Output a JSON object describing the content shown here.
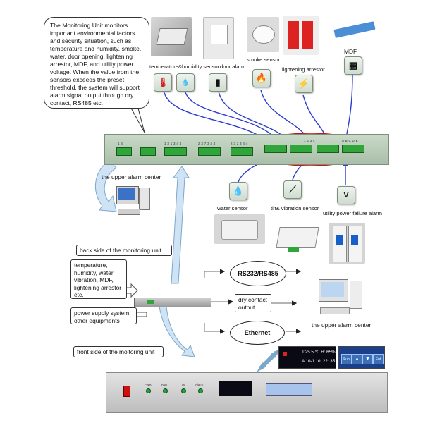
{
  "colors": {
    "panel": "#b9cdb7",
    "terminal": "#2fa53a",
    "wire": "#2b3ccf",
    "highlight": "#cc1111",
    "flow_arrow": "#cfe3f4",
    "lcd": "#0a0a14",
    "keypad": "#1c3f8a"
  },
  "callout_top": "The Monitoring Unit monitors important environmental factors and security situation, such as temperature and humidity, smoke, water, door opening, lightening arrestor, MDF, and utility power voltage. When the value from the sensors exceeds the preset threshold, the system will support alarm signal output through dry contact, RS485 etc.",
  "sensors_top": [
    {
      "label": "temperature&humidity sensor",
      "icon": "thermometer-icon"
    },
    {
      "label": "",
      "icon": "droplet-rh-icon"
    },
    {
      "label": "door alarm",
      "icon": "door-contact-icon"
    },
    {
      "label": "smoke sensor",
      "icon": "flame-icon"
    },
    {
      "label": "lightening arrestor",
      "icon": "lightning-icon"
    },
    {
      "label": "MDF",
      "icon": "grid-icon"
    }
  ],
  "sensors_bottom": [
    {
      "label": "water sensor",
      "icon": "water-leak-icon"
    },
    {
      "label": "tilt& vibration sensor",
      "icon": "tilt-icon"
    },
    {
      "label": "utility power failure alarm",
      "icon": "voltage-icon"
    }
  ],
  "upper_alarm_center_1": "the upper alarm center",
  "upper_alarm_center_2": "the upper alarm center",
  "back_side_label": "back side of  the monitoring unit",
  "front_side_label": "front side of the moitoring unit",
  "inputs_label": "temperature, humidity, water, vibration, MDF, lightening arrestor etc.",
  "power_label": "power supply system, other equipments",
  "outputs": {
    "rs": "RS232/RS485",
    "dry": "dry contact output",
    "ethernet": "Ethernet"
  },
  "lcd": {
    "line1": "T:25.5 ℃  H: 65%",
    "line2": "A  10-1  10: 22: 35"
  },
  "keypad": [
    "Fun",
    "▲",
    "▼",
    "Ent"
  ],
  "front_leds": [
    "PWR",
    "Run",
    "TX",
    "Alarm"
  ],
  "back_terminals": [
    "1  4",
    "",
    "1 3 1 3 4 4",
    "2 3 7 3 4 4",
    "2 3 2 3 4 4",
    "",
    "1 2 3 4",
    "A B C D E"
  ]
}
